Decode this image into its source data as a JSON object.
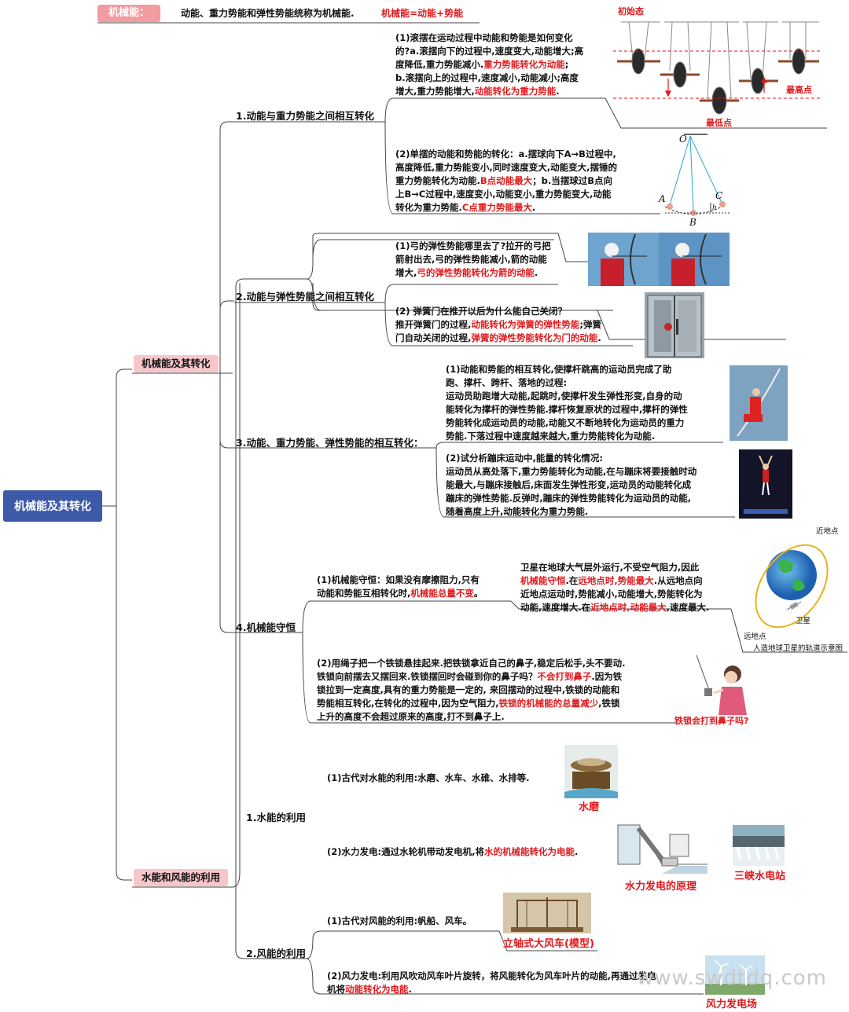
{
  "header": {
    "tag": "机械能：",
    "definition": "动能、重力势能和弹性势能统称为机械能.",
    "formula": "机械能=动能+势能"
  },
  "root": "机械能及其转化",
  "branches": {
    "b1": {
      "label": "机械能及其转化",
      "s1": {
        "label": "1.动能与重力势能之间相互转化",
        "n1": {
          "line1": "(1)滚摆在运动过程中动能和势能是如何变化",
          "line2": "的?a.滚摆向下的过程中,速度变大,动能增大;高",
          "line3a": "度降低,重力势能减小.",
          "line3r": "重力势能转化为动能",
          "line3b": ";",
          "line4": "b.滚摆向上的过程中,速度减小,动能减小;高度",
          "line5a": "增大,重力势能增大,",
          "line5r": "动能转化为重力势能",
          "line5b": ".",
          "cap_top": "初始态",
          "cap_high": "最高点",
          "cap_low": "最低点"
        },
        "n2": {
          "line1": "(2)单摆的动能和势能的转化：a.摆球向下A→B过程中,",
          "line2": "高度降低,重力势能变小,同时速度变大,动能变大,摆锤的",
          "line3a": "重力势能转化为动能.",
          "line3r": "B点动能最大",
          "line3b": "；b.当摆球过B点向",
          "line4": "上B→C过程中,速度变小,动能变小,重力势能变大,动能",
          "line5a": "转化为重力势能.",
          "line5r": "C点重力势能最大",
          "line5b": ".",
          "lbl_o": "O",
          "lbl_a": "A",
          "lbl_b": "B",
          "lbl_c": "C",
          "lbl_h": "h"
        }
      },
      "s2": {
        "label": "2.动能与弹性势能之间相互转化",
        "n1": {
          "line1": "(1)弓的弹性势能哪里去了?拉开的弓把",
          "line2": "箭射出去,弓的弹性势能减小,箭的动能",
          "line3a": "增大,",
          "line3r": "弓的弹性势能转化为箭的动能",
          "line3b": "."
        },
        "n2": {
          "line1": "(2) 弹簧门在推开以后为什么能自己关闭？",
          "line2a": "推开弹簧门的过程,",
          "line2r": "动能转化为弹簧的弹性势能",
          "line2b": ";弹簧",
          "line3a": "门自动关闭的过程,",
          "line3r": "弹簧的弹性势能转化为门的动能",
          "line3b": "."
        }
      },
      "s3": {
        "label": "3.动能、重力势能、弹性势能的相互转化：",
        "n1": {
          "line1": "(1)动能和势能的相互转化,使撑杆跳高的运动员完成了助",
          "line2": "跑、撑杆、跨杆、落地的过程:",
          "line3": "运动员助跑增大动能,起跳时,使撑杆发生弹性形变,自身的动",
          "line4": "能转化为撑杆的弹性势能.撑杆恢复原状的过程中,撑杆的弹性",
          "line5": "势能转化成运动员的动能,动能又不断地转化为运动员的重力",
          "line6": "势能.下落过程中速度越来越大,重力势能转化为动能."
        },
        "n2": {
          "line1": "(2)试分析蹦床运动中,能量的转化情况:",
          "line2": "运动员从高处落下,重力势能转化为动能,在与蹦床将要接触时动",
          "line3": "能最大,与蹦床接触后,床面发生弹性形变,运动员的动能转化成",
          "line4": "蹦床的弹性势能.反弹时,蹦床的弹性势能转化为运动员的动能,",
          "line5": "随着高度上升,动能转化为重力势能."
        }
      },
      "s4": {
        "label": "4.机械能守恒",
        "n1": {
          "line1": "(1)机械能守恒：如果没有摩擦阻力,只有",
          "line2a": "动能和势能互相转化时,",
          "line2r": "机械能总量不变",
          "line2b": "。"
        },
        "n1b": {
          "line1": "卫星在地球大气层外运行,不受空气阻力,因此",
          "line2r1": "机械能守恒",
          "line2a": ".在",
          "line2r2": "远地点时,势能最大",
          "line2b": ".从远地点向",
          "line3": "近地点运动时,势能减小,动能增大,势能转化为",
          "line4a": "动能,速度增大.在",
          "line4r": "近地点时,动能最大",
          "line4b": ",速度最大.",
          "lbl_near": "近地点",
          "lbl_far": "远地点",
          "lbl_sat": "卫星",
          "caption": "人造地球卫星的轨道示意图"
        },
        "n2": {
          "line1": "(2)用绳子把一个铁锁悬挂起来.把铁锁拿近自己的鼻子,稳定后松手,头不要动.",
          "line2a": "铁锁向前摆去又摆回来.铁锁摆回时会碰到你的鼻子吗？",
          "line2r": "不会打到鼻子",
          "line2b": ".因为铁",
          "line3": "锁拉到一定高度,具有的重力势能是一定的, 来回摆动的过程中,铁锁的动能和",
          "line4a": "势能相互转化,在转化的过程中,因为空气阻力,",
          "line4r": "铁锁的机械能的总量减少",
          "line4b": ",铁锁",
          "line5": "上升的高度不会超过原来的高度,打不到鼻子上.",
          "caption": "铁锁会打到鼻子吗?"
        }
      }
    },
    "b2": {
      "label": "水能和风能的利用",
      "s1": {
        "label": "1.水能的利用",
        "n1": {
          "text": "(1)古代对水能的利用:水磨、水车、水碓、水排等.",
          "caption": "水磨"
        },
        "n2": {
          "text_a": "(2)水力发电:通过水轮机带动发电机,将",
          "text_r": "水的机械能转化为电能",
          "text_b": ".",
          "caption1": "水力发电的原理",
          "caption2": "三峡水电站"
        }
      },
      "s2": {
        "label": "2.风能的利用",
        "n1": {
          "text": "(1)古代对风能的利用:帆船、风车。",
          "caption": "立轴式大风车(模型)"
        },
        "n2": {
          "line1": "(2)风力发电:利用风吹动风车叶片旋转，将风能转化为风车叶片的动能,再通过发电",
          "line2a": "机将",
          "line2r": "动能转化为电能",
          "line2b": ".",
          "caption": "风力发电场"
        }
      }
    }
  },
  "watermark": "www.swdtdq.com"
}
